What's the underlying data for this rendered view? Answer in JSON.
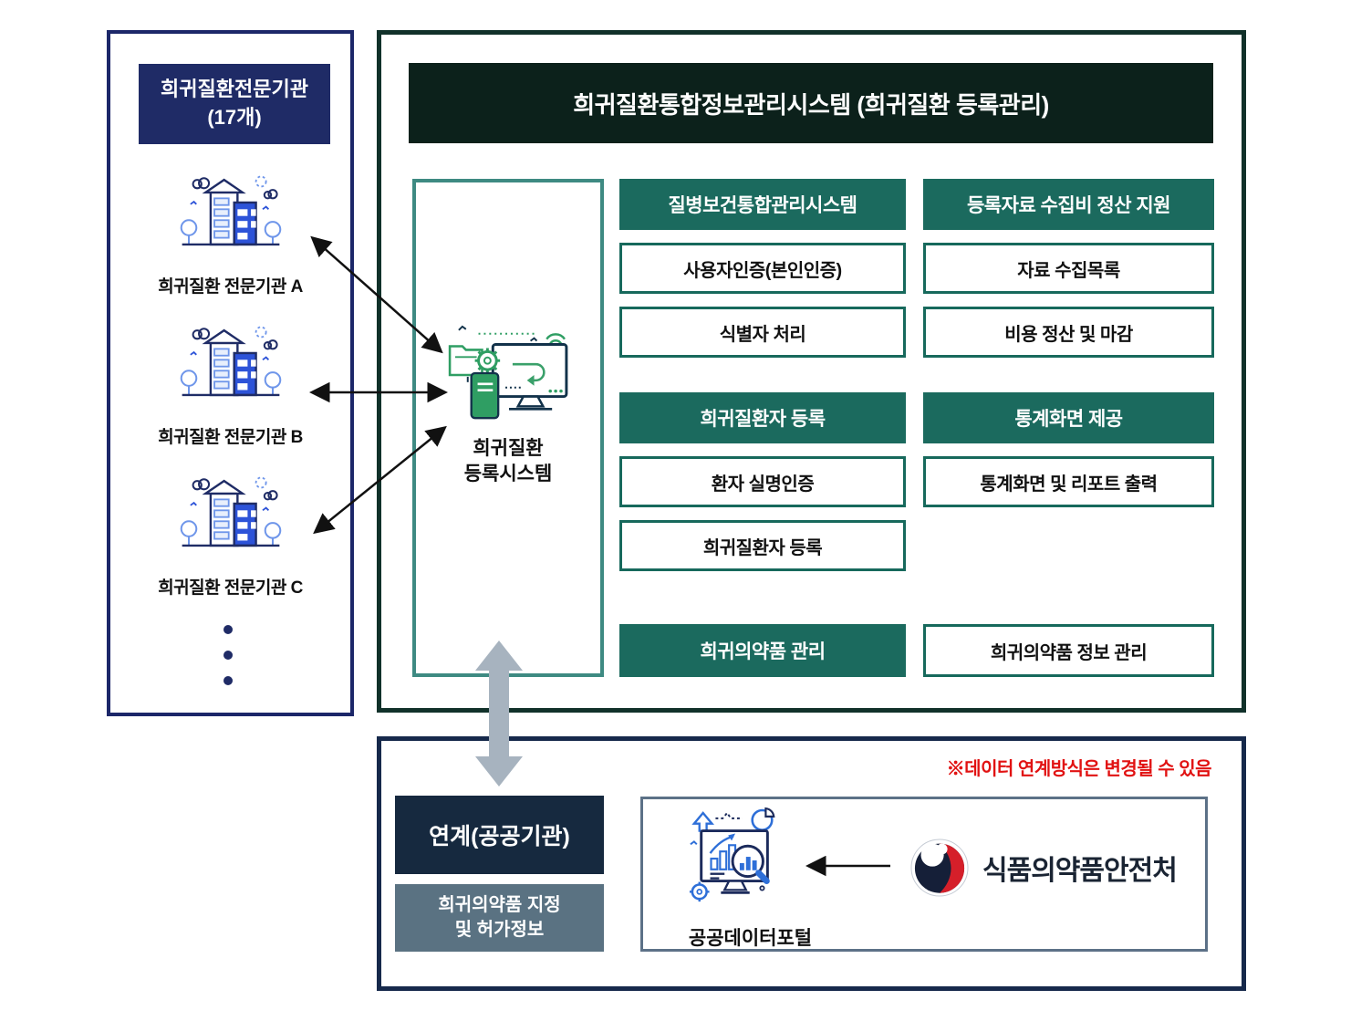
{
  "left_panel": {
    "title_line1": "희귀질환전문기관",
    "title_line2": "(17개)",
    "institutions": [
      {
        "label": "희귀질환 전문기관 A"
      },
      {
        "label": "희귀질환 전문기관 B"
      },
      {
        "label": "희귀질환 전문기관 C"
      }
    ]
  },
  "main_panel": {
    "title": "희귀질환통합정보관리시스템 (희귀질환 등록관리)",
    "registry_system": {
      "label_line1": "희귀질환",
      "label_line2": "등록시스템"
    },
    "groups": [
      {
        "header": "질병보건통합관리시스템",
        "items": [
          "사용자인증(본인인증)",
          "식별자 처리"
        ]
      },
      {
        "header": "등록자료 수집비 정산 지원",
        "items": [
          "자료 수집목록",
          "비용 정산 및 마감"
        ]
      },
      {
        "header": "희귀질환자 등록",
        "items": [
          "환자 실명인증",
          "희귀질환자 등록"
        ]
      },
      {
        "header": "통계화면 제공",
        "items": [
          "통계화면 및 리포트 출력"
        ]
      },
      {
        "header": "희귀의약품 관리",
        "items": [
          "희귀의약품 정보 관리"
        ]
      }
    ]
  },
  "bottom_panel": {
    "note": "※데이터 연계방식은 변경될 수 있음",
    "link_header": "연계(공공기관)",
    "link_item_line1": "희귀의약품 지정",
    "link_item_line2": "및 허가정보",
    "portal_label": "공공데이터포털",
    "agency_label": "식품의약품안전처"
  },
  "icons": {
    "building": "building-icon",
    "registry_system": "registration-system-icon",
    "data_portal": "data-portal-monitor-icon",
    "agency_logo": "korea-gov-emblem-logo"
  },
  "colors": {
    "navy_panel_border": "#1c2769",
    "navy_header": "#1f2b66",
    "dark_green_header": "#0c211b",
    "dark_green_border": "#11312a",
    "teal_header": "#1b6a5e",
    "teal_border": "#17695c",
    "inner_teal_border": "#3e8a82",
    "bottom_navy_border": "#16294b",
    "link_header_navy": "#16293f",
    "slate_gray": "#5a7282",
    "note_red": "#e11212",
    "gray_arrow": "#a7b3bf",
    "building_blue": "#2d53d8",
    "system_green": "#2f9e63",
    "portal_blue": "#2e6fd8",
    "emblem_navy": "#151f38",
    "emblem_red": "#d51f2a"
  }
}
